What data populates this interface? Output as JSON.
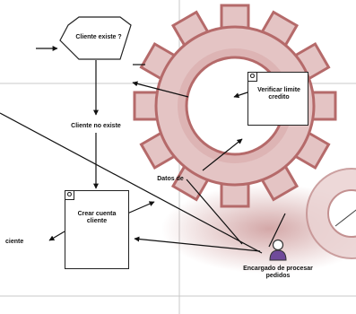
{
  "diagram": {
    "event_top": "Cliente existe ?",
    "label_mid": "Cliente no existe",
    "box_left": {
      "tag": "O",
      "text": "Crear cuenta cliente"
    },
    "box_right": {
      "tag": "O",
      "text": "Verificar limite credito"
    },
    "label_datos": "Datos de",
    "label_left_edge": "ciente",
    "role_label": "Encargado de procesar pedidos"
  },
  "colors": {
    "gear_outline": "#b56a6a",
    "gear_fill": "#e4c4c4",
    "line": "#222222",
    "grid": "#c8c8c8",
    "role_icon": "#6f4a9a"
  }
}
